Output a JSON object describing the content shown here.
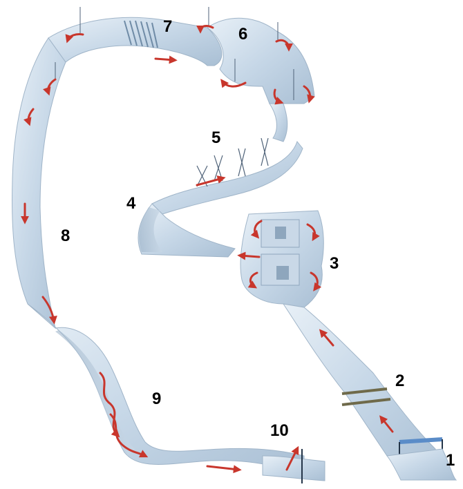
{
  "colors": {
    "channel_light": "#dfe9f3",
    "channel_mid": "#b7cbdd",
    "channel_dark": "#8ea6bd",
    "flow_arrow": "#c8362c",
    "label_text": "#000000",
    "screen_bar": "#6f6a4a",
    "gate_blue": "#5a8cc8"
  },
  "stages": [
    {
      "number": "1"
    },
    {
      "number": "2"
    },
    {
      "number": "3"
    },
    {
      "number": "4"
    },
    {
      "number": "5"
    },
    {
      "number": "6"
    },
    {
      "number": "7"
    },
    {
      "number": "8"
    },
    {
      "number": "9"
    },
    {
      "number": "10"
    }
  ]
}
